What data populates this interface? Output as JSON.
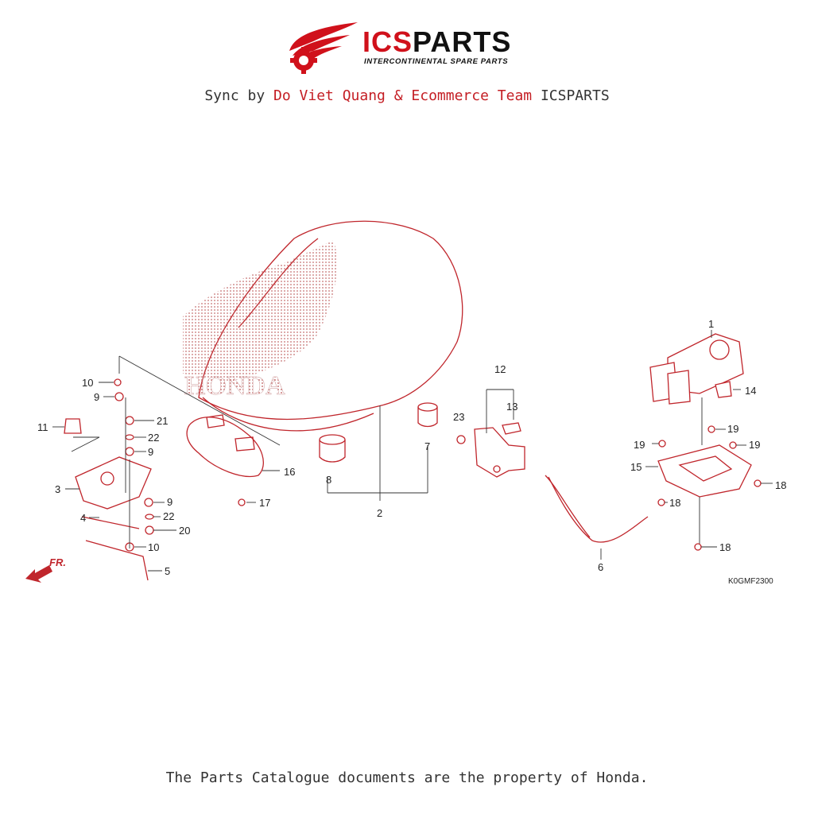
{
  "header": {
    "logo_text_ic": "ICS",
    "logo_text_parts": "PARTS",
    "logo_tagline": "INTERCONTINENTAL SPARE PARTS",
    "sync_prefix": "Sync by ",
    "sync_highlight": "Do Viet Quang & Ecommerce Team",
    "sync_suffix": " ICSPARTS"
  },
  "diagram": {
    "seat_logo_text": "HONDA",
    "front_arrow_label": "FR.",
    "drawing_code": "K0GMF2300",
    "callouts": [
      "1",
      "2",
      "3",
      "4",
      "5",
      "6",
      "7",
      "8",
      "9",
      "9",
      "9",
      "10",
      "10",
      "11",
      "12",
      "13",
      "14",
      "15",
      "16",
      "17",
      "18",
      "18",
      "18",
      "19",
      "19",
      "19",
      "20",
      "21",
      "22",
      "22",
      "23"
    ]
  },
  "footer": {
    "notice": "The Parts Catalogue documents are the property of Honda."
  },
  "colors": {
    "brand_red": "#d0111b",
    "line_red": "#c0262c",
    "text_dark": "#333333"
  }
}
